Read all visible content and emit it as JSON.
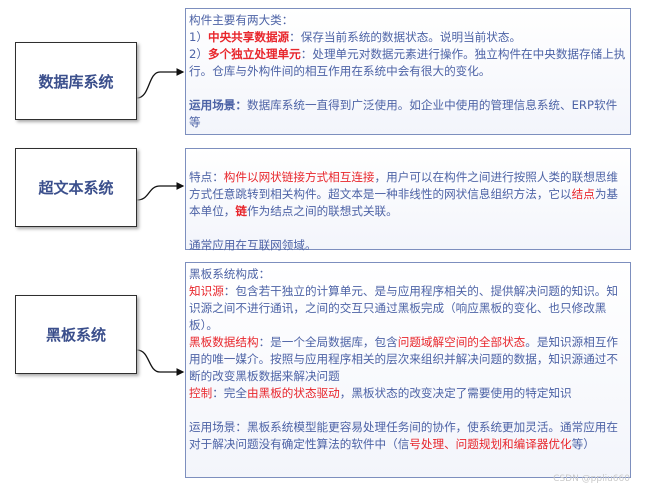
{
  "systems": [
    {
      "label": "数据库系统",
      "paragraphs": [
        [
          {
            "t": "构件主要有两大类："
          }
        ],
        [
          {
            "t": "1）"
          },
          {
            "t": "中央共享数据源",
            "red": true,
            "b": true
          },
          {
            "t": "：保存当前系统的数据状态。说明当前状态。"
          }
        ],
        [
          {
            "t": "2）"
          },
          {
            "t": "多个独立处理单元",
            "red": true,
            "b": true
          },
          {
            "t": "：处理单元对数据元素进行操作。独立构件在中央数据存储上执行。仓库与外构件间的相互作用在系统中会有很大的变化。"
          }
        ],
        [],
        [
          {
            "t": "运用场景：",
            "b": true
          },
          {
            "t": "数据库系统一直得到广泛使用。如企业中使用的管理信息系统、ERP软件等"
          }
        ]
      ]
    },
    {
      "label": "超文本系统",
      "paragraphs": [
        [],
        [
          {
            "t": "特点："
          },
          {
            "t": "构件以网状链接方式相互连接",
            "red": true
          },
          {
            "t": "，用户可以在构件之间进行按照人类的联想思维方式任意跳转到相关构件。超文本是一种非线性的网状信息组织方法，它以"
          },
          {
            "t": "结点",
            "red": true
          },
          {
            "t": "为基本单位，"
          },
          {
            "t": "链",
            "red": true,
            "b": true
          },
          {
            "t": "作为结点之间的联想式关联。"
          }
        ],
        [],
        [
          {
            "t": "通常应用在互联网领域。"
          }
        ]
      ]
    },
    {
      "label": "黑板系统",
      "paragraphs": [
        [
          {
            "t": "黑板系统构成："
          }
        ],
        [
          {
            "t": "知识源",
            "red": true
          },
          {
            "t": "：包含若干独立的计算单元、是与应用程序相关的、提供解决问题的知识。知识源之间不进行通讯，之间的交互只通过黑板完成（响应黑板的变化、也只修改黑板）。"
          }
        ],
        [
          {
            "t": "黑板数据结构",
            "red": true
          },
          {
            "t": "：是一个全局数据库，包含"
          },
          {
            "t": "问题域解空间的全部状态",
            "red": true
          },
          {
            "t": "。是知识源相互作用的唯一媒介。按照与应用程序相关的层次来组织并解决问题的数据，知识源通过不断的改变黑板数据来解决问题"
          }
        ],
        [
          {
            "t": "控制",
            "red": true
          },
          {
            "t": "：完全"
          },
          {
            "t": "由黑板的状态驱动",
            "red": true
          },
          {
            "t": "，黑板状态的改变决定了需要使用的特定知识"
          }
        ],
        [],
        [
          {
            "t": "运用场景：黑板系统模型能更容易处理任务间的协作，使系统更加灵活。通常应用在对于解决问题没有确定性算法的软件中（信"
          },
          {
            "t": "号处理、问题规划和编译器优化",
            "red": true
          },
          {
            "t": "等）"
          }
        ]
      ]
    }
  ],
  "watermark": "CSDN @ppliu660",
  "colors": {
    "text": "#4d63a6",
    "highlight": "#e8262c",
    "border": "#7d8fbe"
  }
}
